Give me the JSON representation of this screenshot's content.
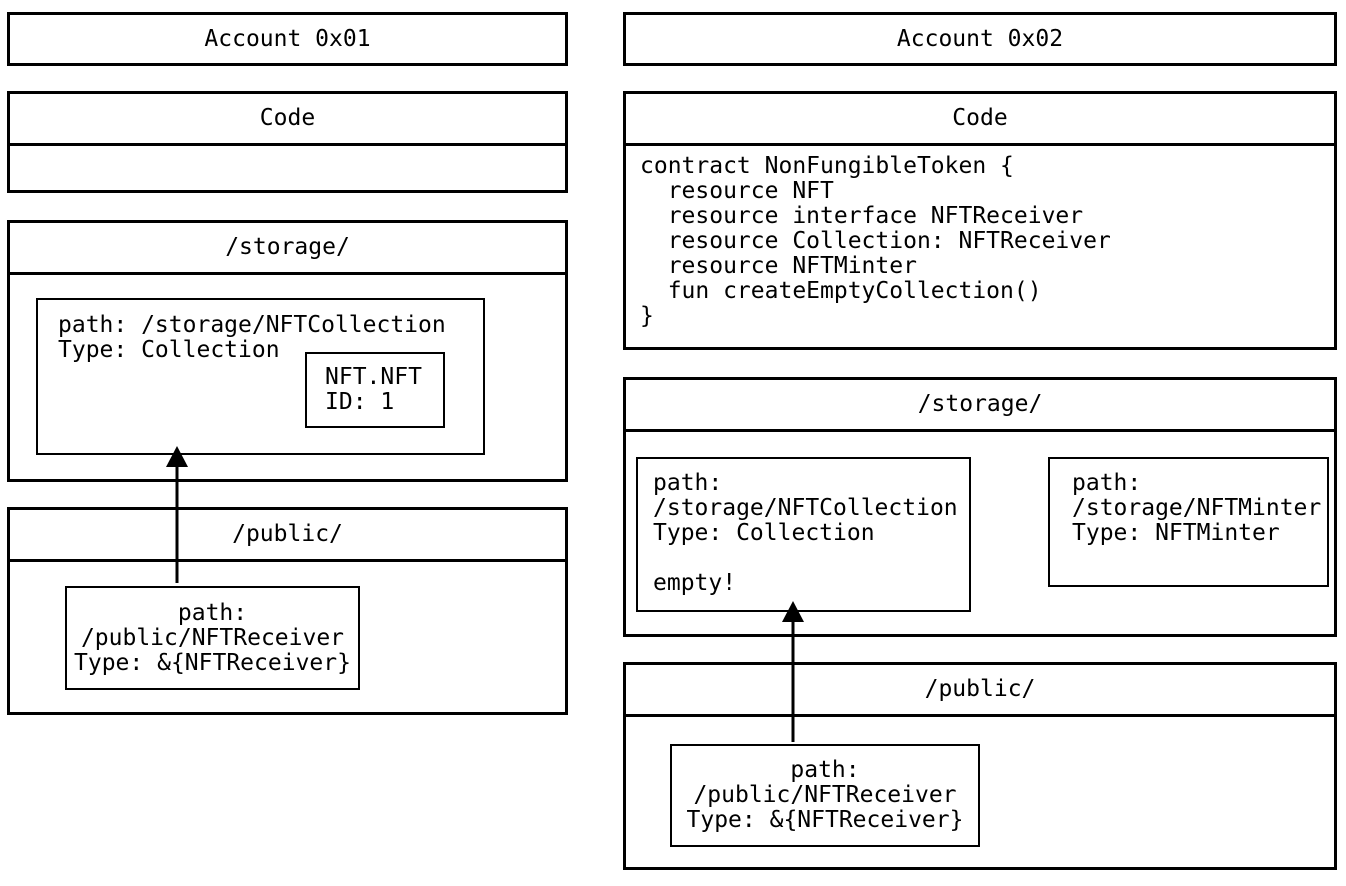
{
  "diagram": {
    "colors": {
      "border": "#000000",
      "text": "#000000",
      "background": "#ffffff"
    },
    "accounts": [
      {
        "title": "Account 0x01",
        "code": {
          "header": "Code",
          "body": ""
        },
        "storage": {
          "header": "/storage/",
          "collection": {
            "lines": [
              "path: /storage/NFTCollection",
              "Type: Collection"
            ],
            "nft": {
              "lines": [
                "NFT.NFT",
                "ID: 1"
              ]
            }
          }
        },
        "public": {
          "header": "/public/",
          "receiver": {
            "lines": [
              "path:",
              "/public/NFTReceiver",
              "Type: &{NFTReceiver}"
            ]
          }
        }
      },
      {
        "title": "Account 0x02",
        "code": {
          "header": "Code",
          "body": "contract NonFungibleToken {\n  resource NFT\n  resource interface NFTReceiver\n  resource Collection: NFTReceiver\n  resource NFTMinter\n  fun createEmptyCollection()\n}"
        },
        "storage": {
          "header": "/storage/",
          "collection": {
            "lines": [
              "path:",
              "/storage/NFTCollection",
              "Type: Collection",
              "",
              "empty!"
            ]
          },
          "minter": {
            "lines": [
              "path:",
              "/storage/NFTMinter",
              "Type: NFTMinter"
            ]
          }
        },
        "public": {
          "header": "/public/",
          "receiver": {
            "lines": [
              "path:",
              "/public/NFTReceiver",
              "Type: &{NFTReceiver}"
            ]
          }
        }
      }
    ]
  }
}
